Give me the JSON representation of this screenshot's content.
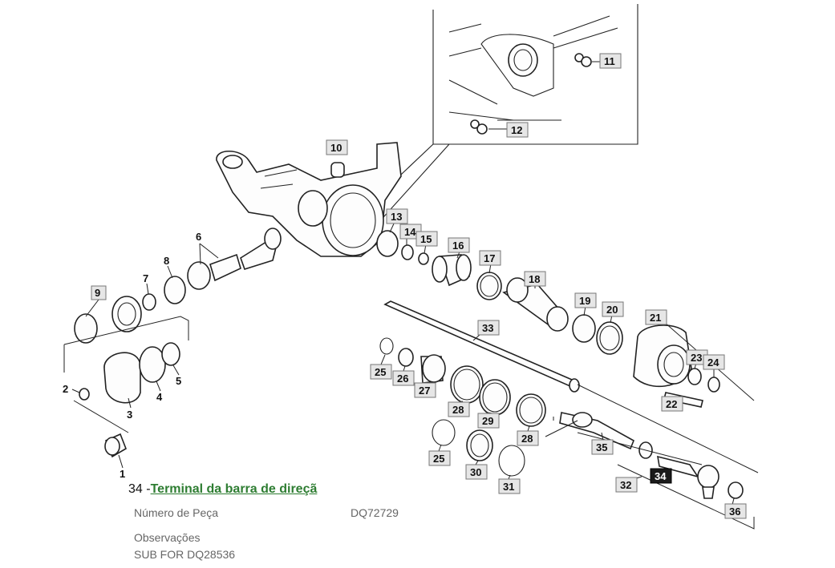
{
  "part": {
    "number_prefix": "34 -",
    "name": "Terminal da barra de direçã",
    "part_number_label": "Número de Peça",
    "part_number_value": "DQ72729",
    "notes_label": "Observações",
    "notes_value": "SUB FOR DQ28536"
  },
  "diagram": {
    "callouts": [
      "1",
      "2",
      "3",
      "4",
      "5",
      "6",
      "7",
      "8",
      "9",
      "10",
      "11",
      "12",
      "13",
      "14",
      "15",
      "16",
      "17",
      "18",
      "19",
      "20",
      "21",
      "22",
      "23",
      "24",
      "25",
      "26",
      "27",
      "28",
      "29",
      "30",
      "31",
      "32",
      "33",
      "34",
      "35",
      "36"
    ],
    "highlighted_callout": "34"
  },
  "colors": {
    "link": "#2e7d32",
    "highlight": "#1a1a1a",
    "callout_fill": "#e6e6e6"
  }
}
